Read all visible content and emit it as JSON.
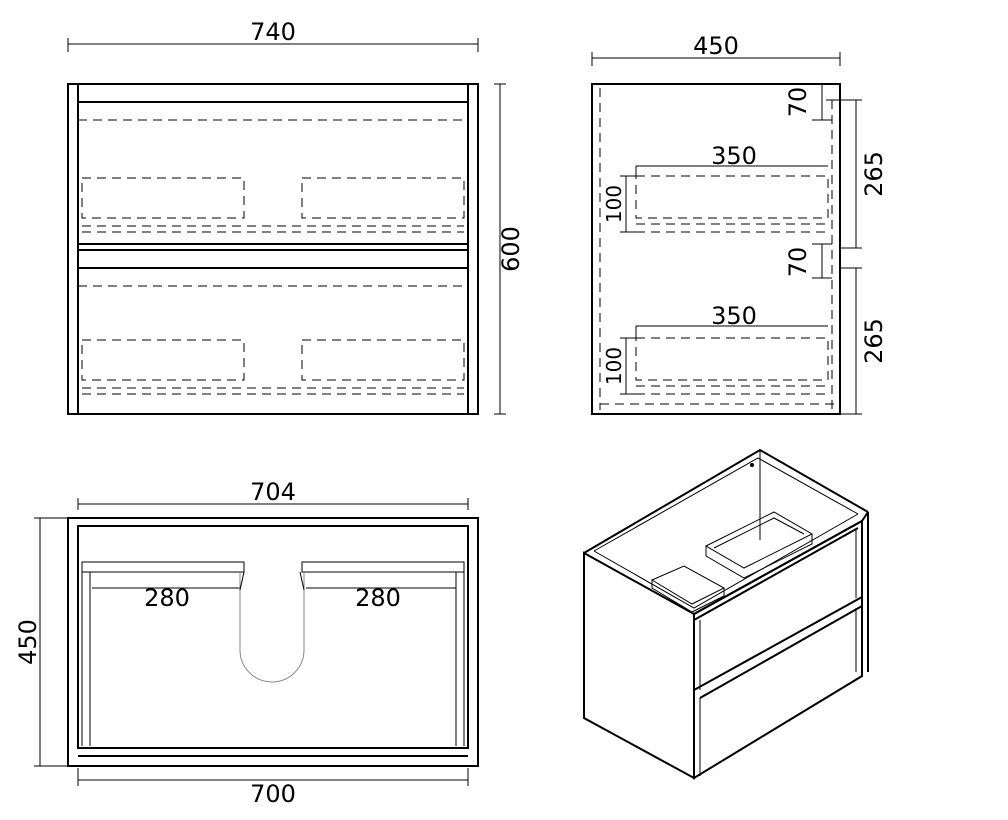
{
  "front_view": {
    "width_label": "740",
    "height_label": "600"
  },
  "side_view": {
    "depth_label": "450",
    "top_gap_label": "70",
    "middle_gap_label": "70",
    "upper_drawer_height_label": "265",
    "lower_drawer_height_label": "265",
    "upper_drawer_depth_label": "350",
    "lower_drawer_depth_label": "350",
    "upper_drawer_inner_height_label": "100",
    "lower_drawer_inner_height_label": "100"
  },
  "top_view": {
    "inner_width_label": "704",
    "outer_width_label": "700",
    "depth_label": "450",
    "left_drawer_label": "280",
    "right_drawer_label": "280"
  }
}
